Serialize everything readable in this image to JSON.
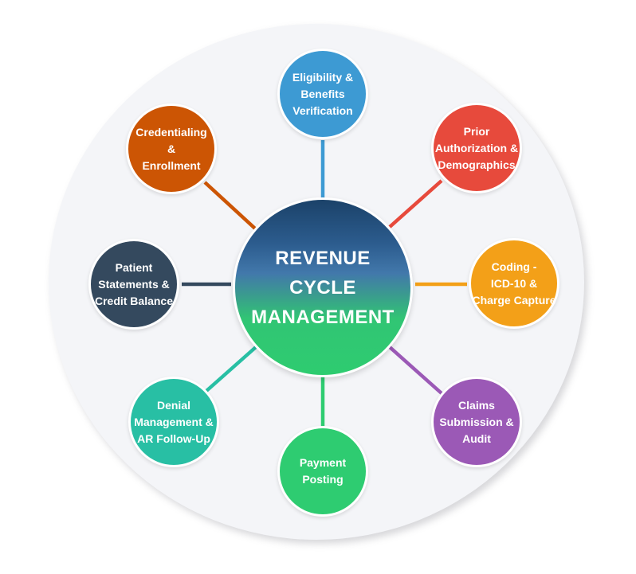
{
  "diagram": {
    "center": {
      "label": "REVENUE\nCYCLE\nMANAGEMENT",
      "gradient_top_color": "#1b4269",
      "gradient_mid_color": "#4278ab",
      "gradient_bottom_color": "#2ecc70"
    },
    "nodes": [
      {
        "id": "eligibility-benefits-verification",
        "label": "Eligibility &\nBenefits\nVerification",
        "color": "#3d9ad3",
        "position": "top"
      },
      {
        "id": "prior-authorization-demographics",
        "label": "Prior\nAuthorization &\nDemographics",
        "color": "#e74a3c",
        "position": "top-right"
      },
      {
        "id": "coding-icd10-charge-capture",
        "label": "Coding -\nICD-10 &\nCharge Capture",
        "color": "#f3a018",
        "position": "right"
      },
      {
        "id": "claims-submission-audit",
        "label": "Claims\nSubmission &\nAudit",
        "color": "#9b59b6",
        "position": "bottom-right"
      },
      {
        "id": "payment-posting",
        "label": "Payment\nPosting",
        "color": "#2ecc71",
        "position": "bottom"
      },
      {
        "id": "denial-management-ar-follow-up",
        "label": "Denial\nManagement &\nAR Follow-Up",
        "color": "#28bfa4",
        "position": "bottom-left"
      },
      {
        "id": "patient-statements-credit-balance",
        "label": "Patient\nStatements &\nCredit Balance",
        "color": "#34495e",
        "position": "left"
      },
      {
        "id": "credentialing-enrollment",
        "label": "Credentialing\n&\nEnrollment",
        "color": "#cc5504",
        "position": "top-left"
      }
    ],
    "background_circle_color": "#f4f5f8",
    "text_color": "#ffffff"
  }
}
